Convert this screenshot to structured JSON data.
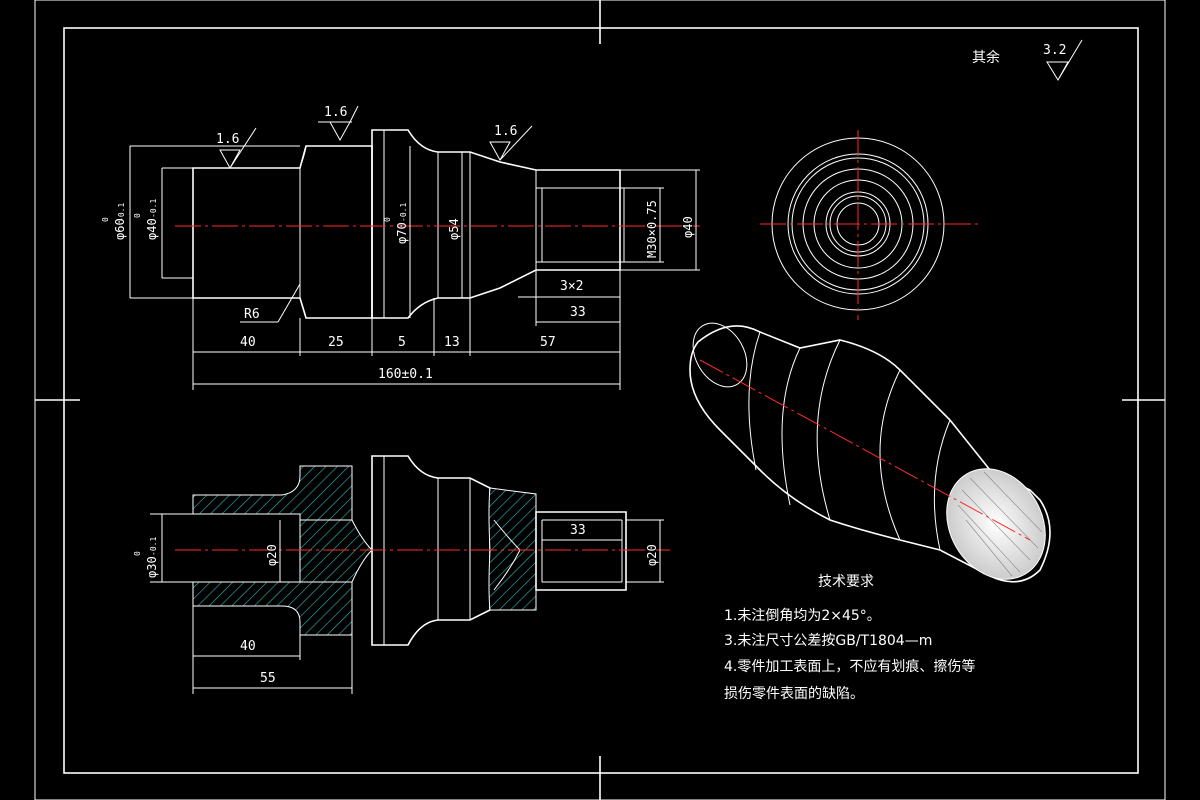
{
  "corner_label": "其余",
  "roughness": {
    "general": "3.2",
    "bore": "1.6",
    "shoulder": "1.6",
    "taper": "1.6"
  },
  "front_view": {
    "dim_phi60": "φ60",
    "dim_phi60_tol_upper": "0",
    "dim_phi60_tol_lower": "-0.1",
    "dim_phi40_left": "φ40",
    "dim_phi40_left_tol_upper": "0",
    "dim_phi40_left_tol_lower": "-0.1",
    "dim_phi70": "φ70",
    "dim_phi70_tol_upper": "0",
    "dim_phi70_tol_lower": "-0.1",
    "dim_phi54": "φ54",
    "dim_thread": "M30×0.75",
    "dim_phi40_right": "φ40",
    "dim_r6": "R6",
    "dim_groove": "3×2",
    "dim_33": "33",
    "dim_40": "40",
    "dim_25": "25",
    "dim_5": "5",
    "dim_13": "13",
    "dim_57": "57",
    "dim_total": "160±0.1"
  },
  "section_view": {
    "dim_phi30": "φ30",
    "dim_phi30_tol_upper": "0",
    "dim_phi30_tol_lower": "-0.1",
    "dim_phi20_left": "φ20",
    "dim_33": "33",
    "dim_phi20_right": "φ20",
    "dim_40": "40",
    "dim_55": "55"
  },
  "tech_requirements": {
    "title": "技术要求",
    "items": [
      "1.未注倒角均为2×45°。",
      "3.未注尺寸公差按GB/T1804—m",
      "4.零件加工表面上，不应有划痕、擦伤等",
      "损伤零件表面的缺陷。"
    ]
  },
  "colors": {
    "background": "#000000",
    "lines": "#ffffff",
    "centerline": "#ff2a2a",
    "hatch": "#2fb8b8"
  }
}
